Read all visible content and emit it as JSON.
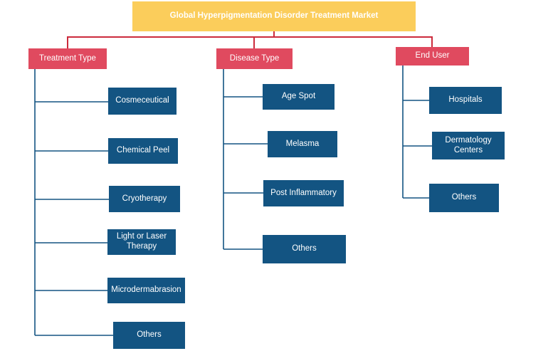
{
  "title": "Global Hyperpigmentation Disorder Treatment Market",
  "colors": {
    "title": "#fbcd5b",
    "category": "#e04a5f",
    "leaf": "#135482",
    "connector_red": "#cc2b3c",
    "connector_blue": "#135482"
  },
  "treatment_type": {
    "label": "Treatment Type",
    "items": [
      "Cosmeceutical",
      "Chemical Peel",
      "Cryotherapy",
      "Light or Laser Therapy",
      "Microdermabrasion",
      "Others"
    ]
  },
  "disease_type": {
    "label": "Disease Type",
    "items": [
      "Age Spot",
      "Melasma",
      "Post Inflammatory",
      "Others"
    ]
  },
  "end_user": {
    "label": "End User",
    "items": [
      "Hospitals",
      "Dermatology Centers",
      "Others"
    ]
  }
}
